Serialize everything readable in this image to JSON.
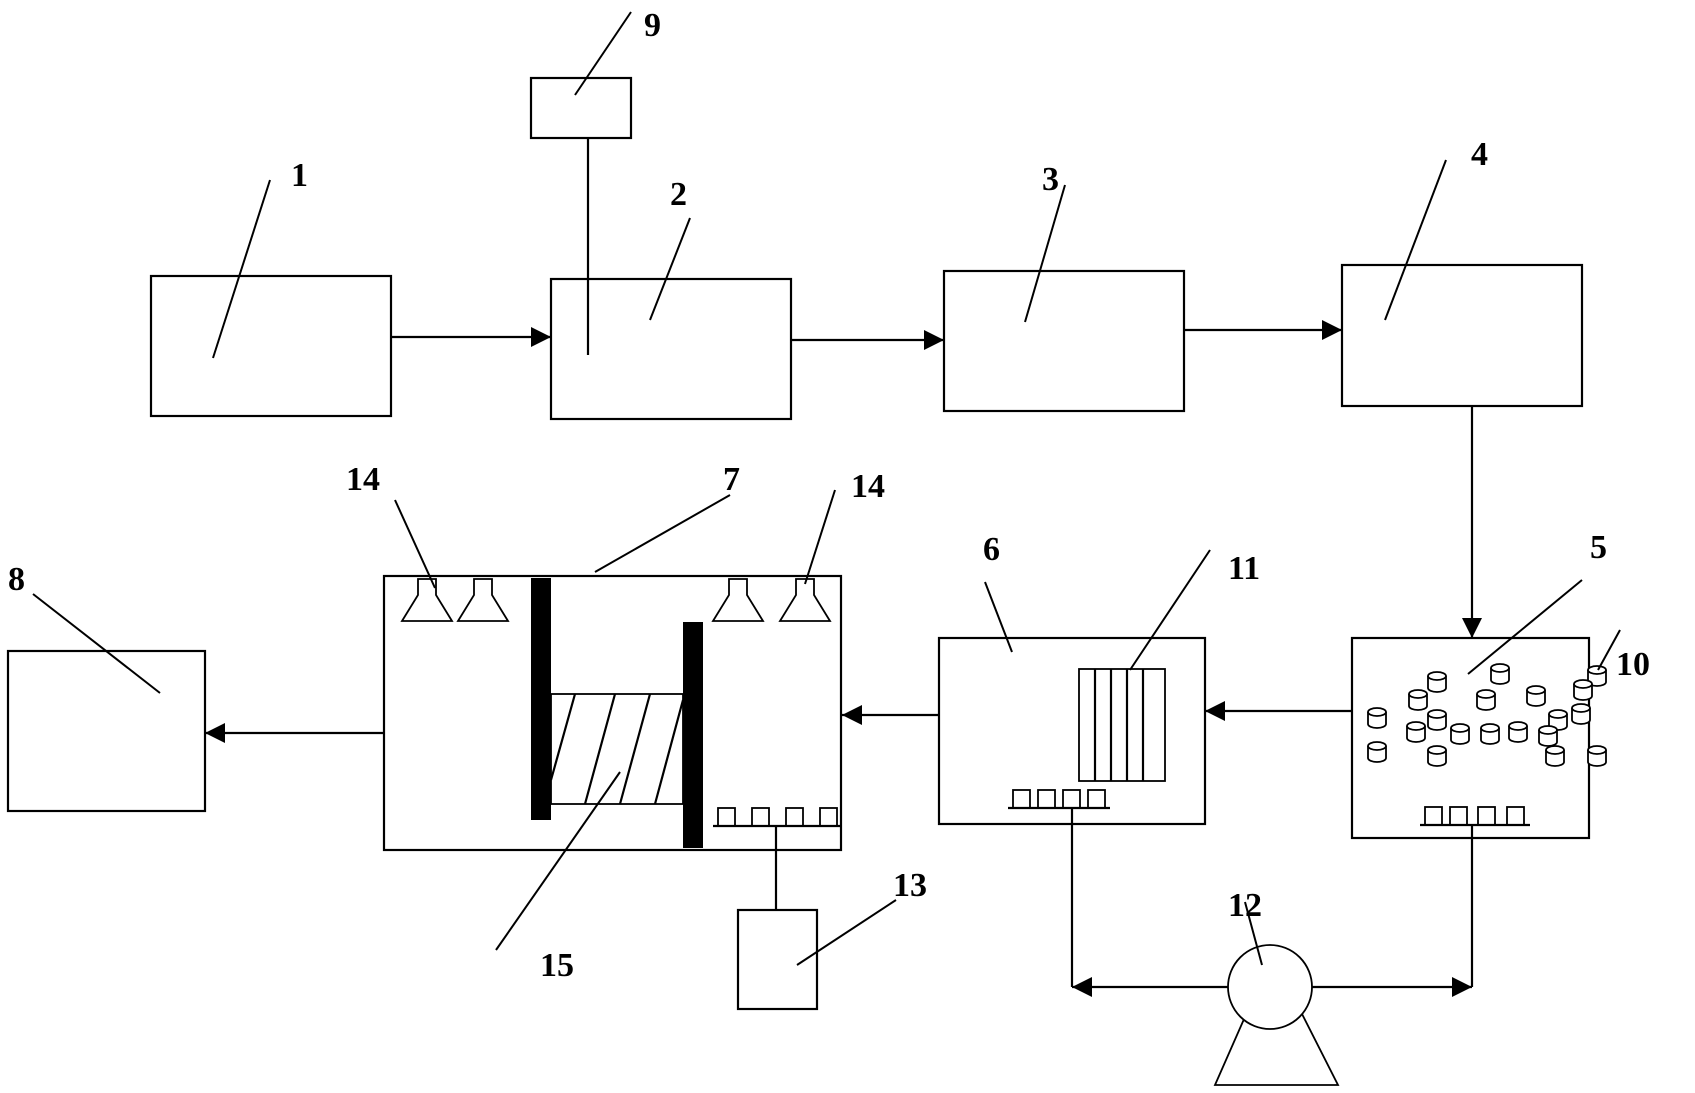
{
  "labels": {
    "l1": "1",
    "l2": "2",
    "l3": "3",
    "l4": "4",
    "l5": "5",
    "l6": "6",
    "l7": "7",
    "l8": "8",
    "l9": "9",
    "l10": "10",
    "l11": "11",
    "l12": "12",
    "l13": "13",
    "l14a": "14",
    "l14b": "14",
    "l15": "15"
  },
  "colors": {
    "stroke": "#000000",
    "background": "#ffffff"
  }
}
